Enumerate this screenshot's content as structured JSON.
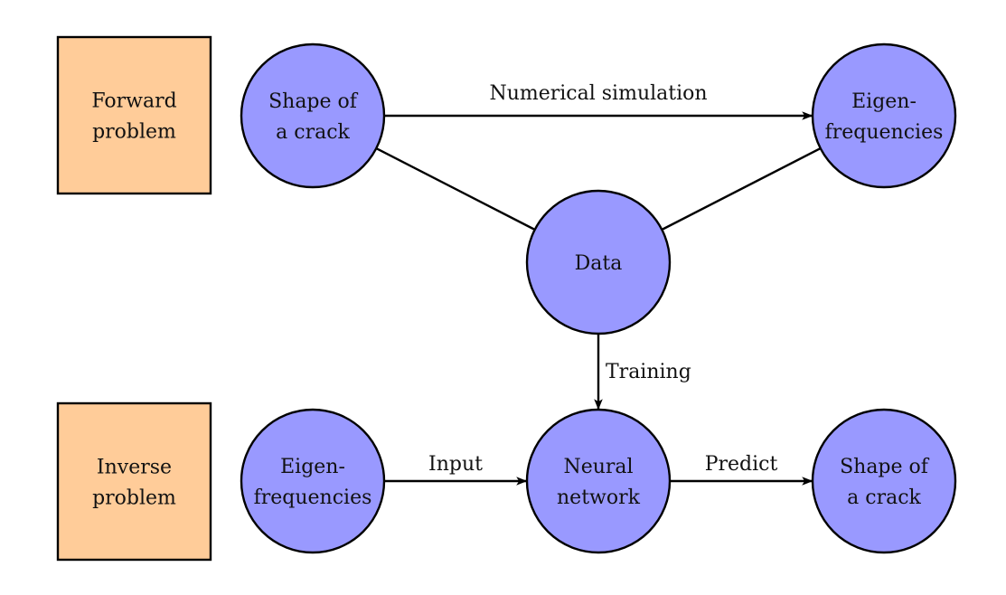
{
  "colors": {
    "box_fill": "#FFCC99",
    "circle_fill": "#9999FF",
    "stroke": "#000000"
  },
  "boxes": [
    {
      "id": "forward",
      "lines": [
        "Forward",
        "problem"
      ]
    },
    {
      "id": "inverse",
      "lines": [
        "Inverse",
        "problem"
      ]
    }
  ],
  "nodes": [
    {
      "id": "shape1",
      "lines": [
        "Shape of",
        "a crack"
      ]
    },
    {
      "id": "eigen1",
      "lines": [
        "Eigen-",
        "frequencies"
      ]
    },
    {
      "id": "data",
      "lines": [
        "Data"
      ]
    },
    {
      "id": "eigen2",
      "lines": [
        "Eigen-",
        "frequencies"
      ]
    },
    {
      "id": "nn",
      "lines": [
        "Neural",
        "network"
      ]
    },
    {
      "id": "shape2",
      "lines": [
        "Shape of",
        "a crack"
      ]
    }
  ],
  "edges": [
    {
      "from": "shape1",
      "to": "eigen1",
      "label": "Numerical simulation",
      "arrow": true
    },
    {
      "from": "shape1",
      "to": "data",
      "label": "",
      "arrow": false
    },
    {
      "from": "eigen1",
      "to": "data",
      "label": "",
      "arrow": false
    },
    {
      "from": "data",
      "to": "nn",
      "label": "Training",
      "arrow": true
    },
    {
      "from": "eigen2",
      "to": "nn",
      "label": "Input",
      "arrow": true
    },
    {
      "from": "nn",
      "to": "shape2",
      "label": "Predict",
      "arrow": true
    }
  ]
}
